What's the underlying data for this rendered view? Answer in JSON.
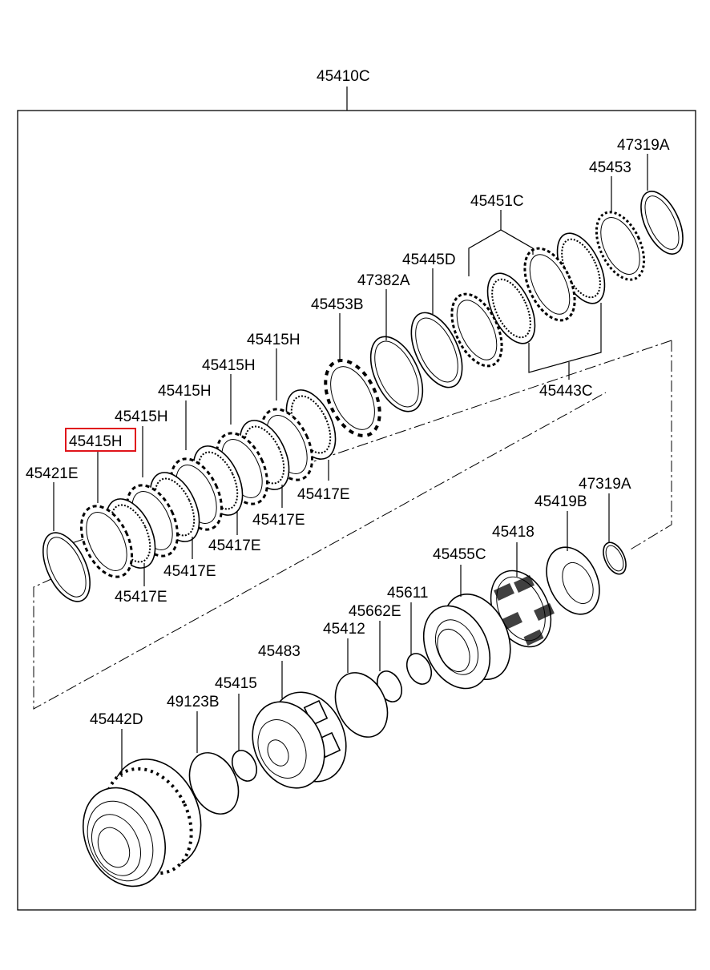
{
  "diagram": {
    "assembly_label": "45410C",
    "highlight_color": "#e0151b",
    "labels": {
      "p47319A_top": "47319A",
      "p45453_top": "45453",
      "p45451C": "45451C",
      "p45445D": "45445D",
      "p47382A": "47382A",
      "p45453B": "45453B",
      "p45443C": "45443C",
      "p45415H_1": "45415H",
      "p45415H_2": "45415H",
      "p45415H_3": "45415H",
      "p45415H_4": "45415H",
      "p45415H_sel": "45415H",
      "p45421E": "45421E",
      "p45417E_1": "45417E",
      "p45417E_2": "45417E",
      "p45417E_3": "45417E",
      "p45417E_4": "45417E",
      "p45417E_5": "45417E",
      "p47319A_mid": "47319A",
      "p45419B": "45419B",
      "p45418": "45418",
      "p45455C": "45455C",
      "p45611": "45611",
      "p45662E": "45662E",
      "p45412": "45412",
      "p45483": "45483",
      "p45415": "45415",
      "p49123B": "49123B",
      "p45442D": "45442D"
    }
  }
}
